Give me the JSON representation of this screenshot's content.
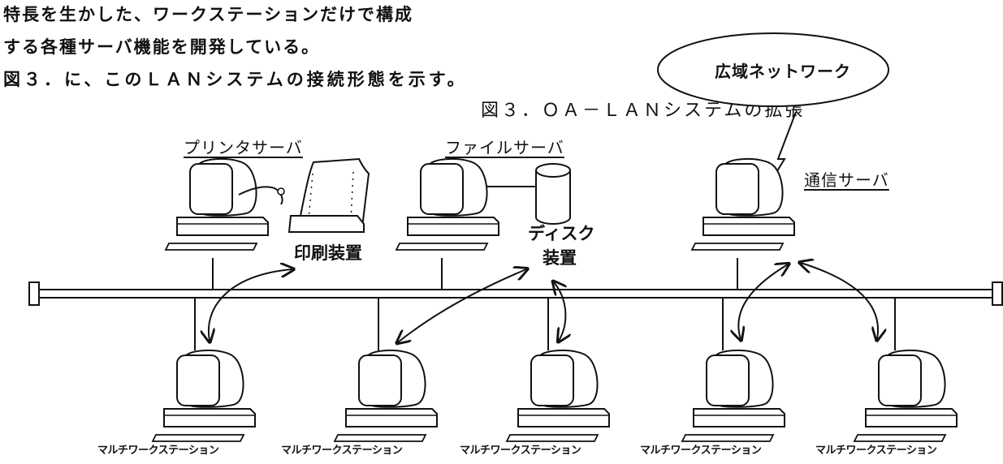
{
  "text": {
    "line1": "特長を生かした、ワークステーションだけで構成",
    "line2": "する各種サーバ機能を開発している。",
    "line3": "図３．に、このＬＡＮシステムの接続形態を示す。"
  },
  "figure": {
    "title": "図３．ＯＡ－ＬＡＮシステムの拡張",
    "wide_network": "広域ネットワーク",
    "servers": {
      "printer": "プリンタサーバ",
      "file": "ファイルサーバ",
      "comm": "通信サーバ"
    },
    "devices": {
      "printer": "印刷装置",
      "disk_line1": "ディスク",
      "disk_line2": "装置"
    },
    "workstations": [
      "マルチワークステーション",
      "マルチワークステーション",
      "マルチワークステーション",
      "マルチワークステーション",
      "マルチワークステーション"
    ]
  },
  "colors": {
    "ink": "#111111",
    "paper": "#ffffff"
  }
}
